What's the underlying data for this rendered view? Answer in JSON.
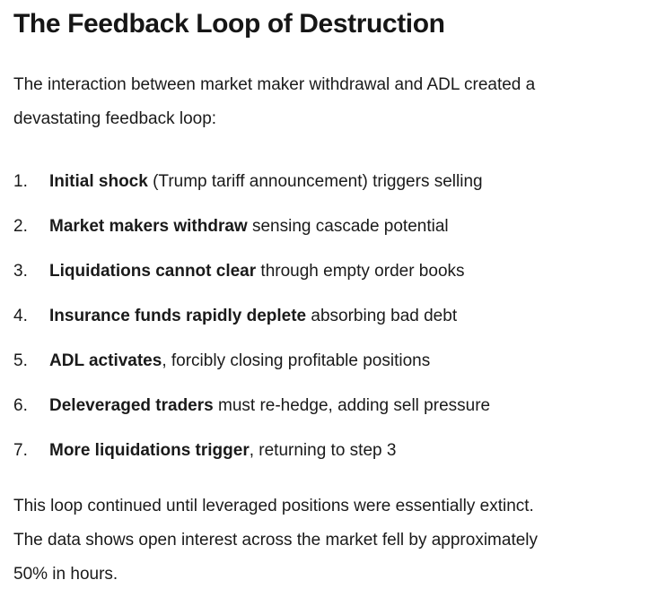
{
  "page": {
    "background_color": "#ffffff",
    "text_color": "#1a1a1a"
  },
  "article": {
    "title": "The Feedback Loop of Destruction",
    "intro": {
      "lines": [
        "The interaction between market maker withdrawal and ADL created a",
        "devastating feedback loop:"
      ]
    },
    "list": {
      "items": [
        {
          "marker": "1.",
          "bold": "Initial shock",
          "rest": " (Trump tariff announcement) triggers selling"
        },
        {
          "marker": "2.",
          "bold": "Market makers withdraw",
          "rest": " sensing cascade potential"
        },
        {
          "marker": "3.",
          "bold": "Liquidations cannot clear",
          "rest": " through empty order books"
        },
        {
          "marker": "4.",
          "bold": "Insurance funds rapidly deplete",
          "rest": " absorbing bad debt"
        },
        {
          "marker": "5.",
          "bold": "ADL activates",
          "rest": ", forcibly closing profitable positions"
        },
        {
          "marker": "6.",
          "bold": "Deleveraged traders",
          "rest": " must re-hedge, adding sell pressure"
        },
        {
          "marker": "7.",
          "bold": "More liquidations trigger",
          "rest": ", returning to step 3"
        }
      ]
    },
    "outro": {
      "lines": [
        "This loop continued until leveraged positions were essentially extinct.",
        "The data shows open interest across the market fell by approximately",
        "50% in hours."
      ]
    }
  }
}
